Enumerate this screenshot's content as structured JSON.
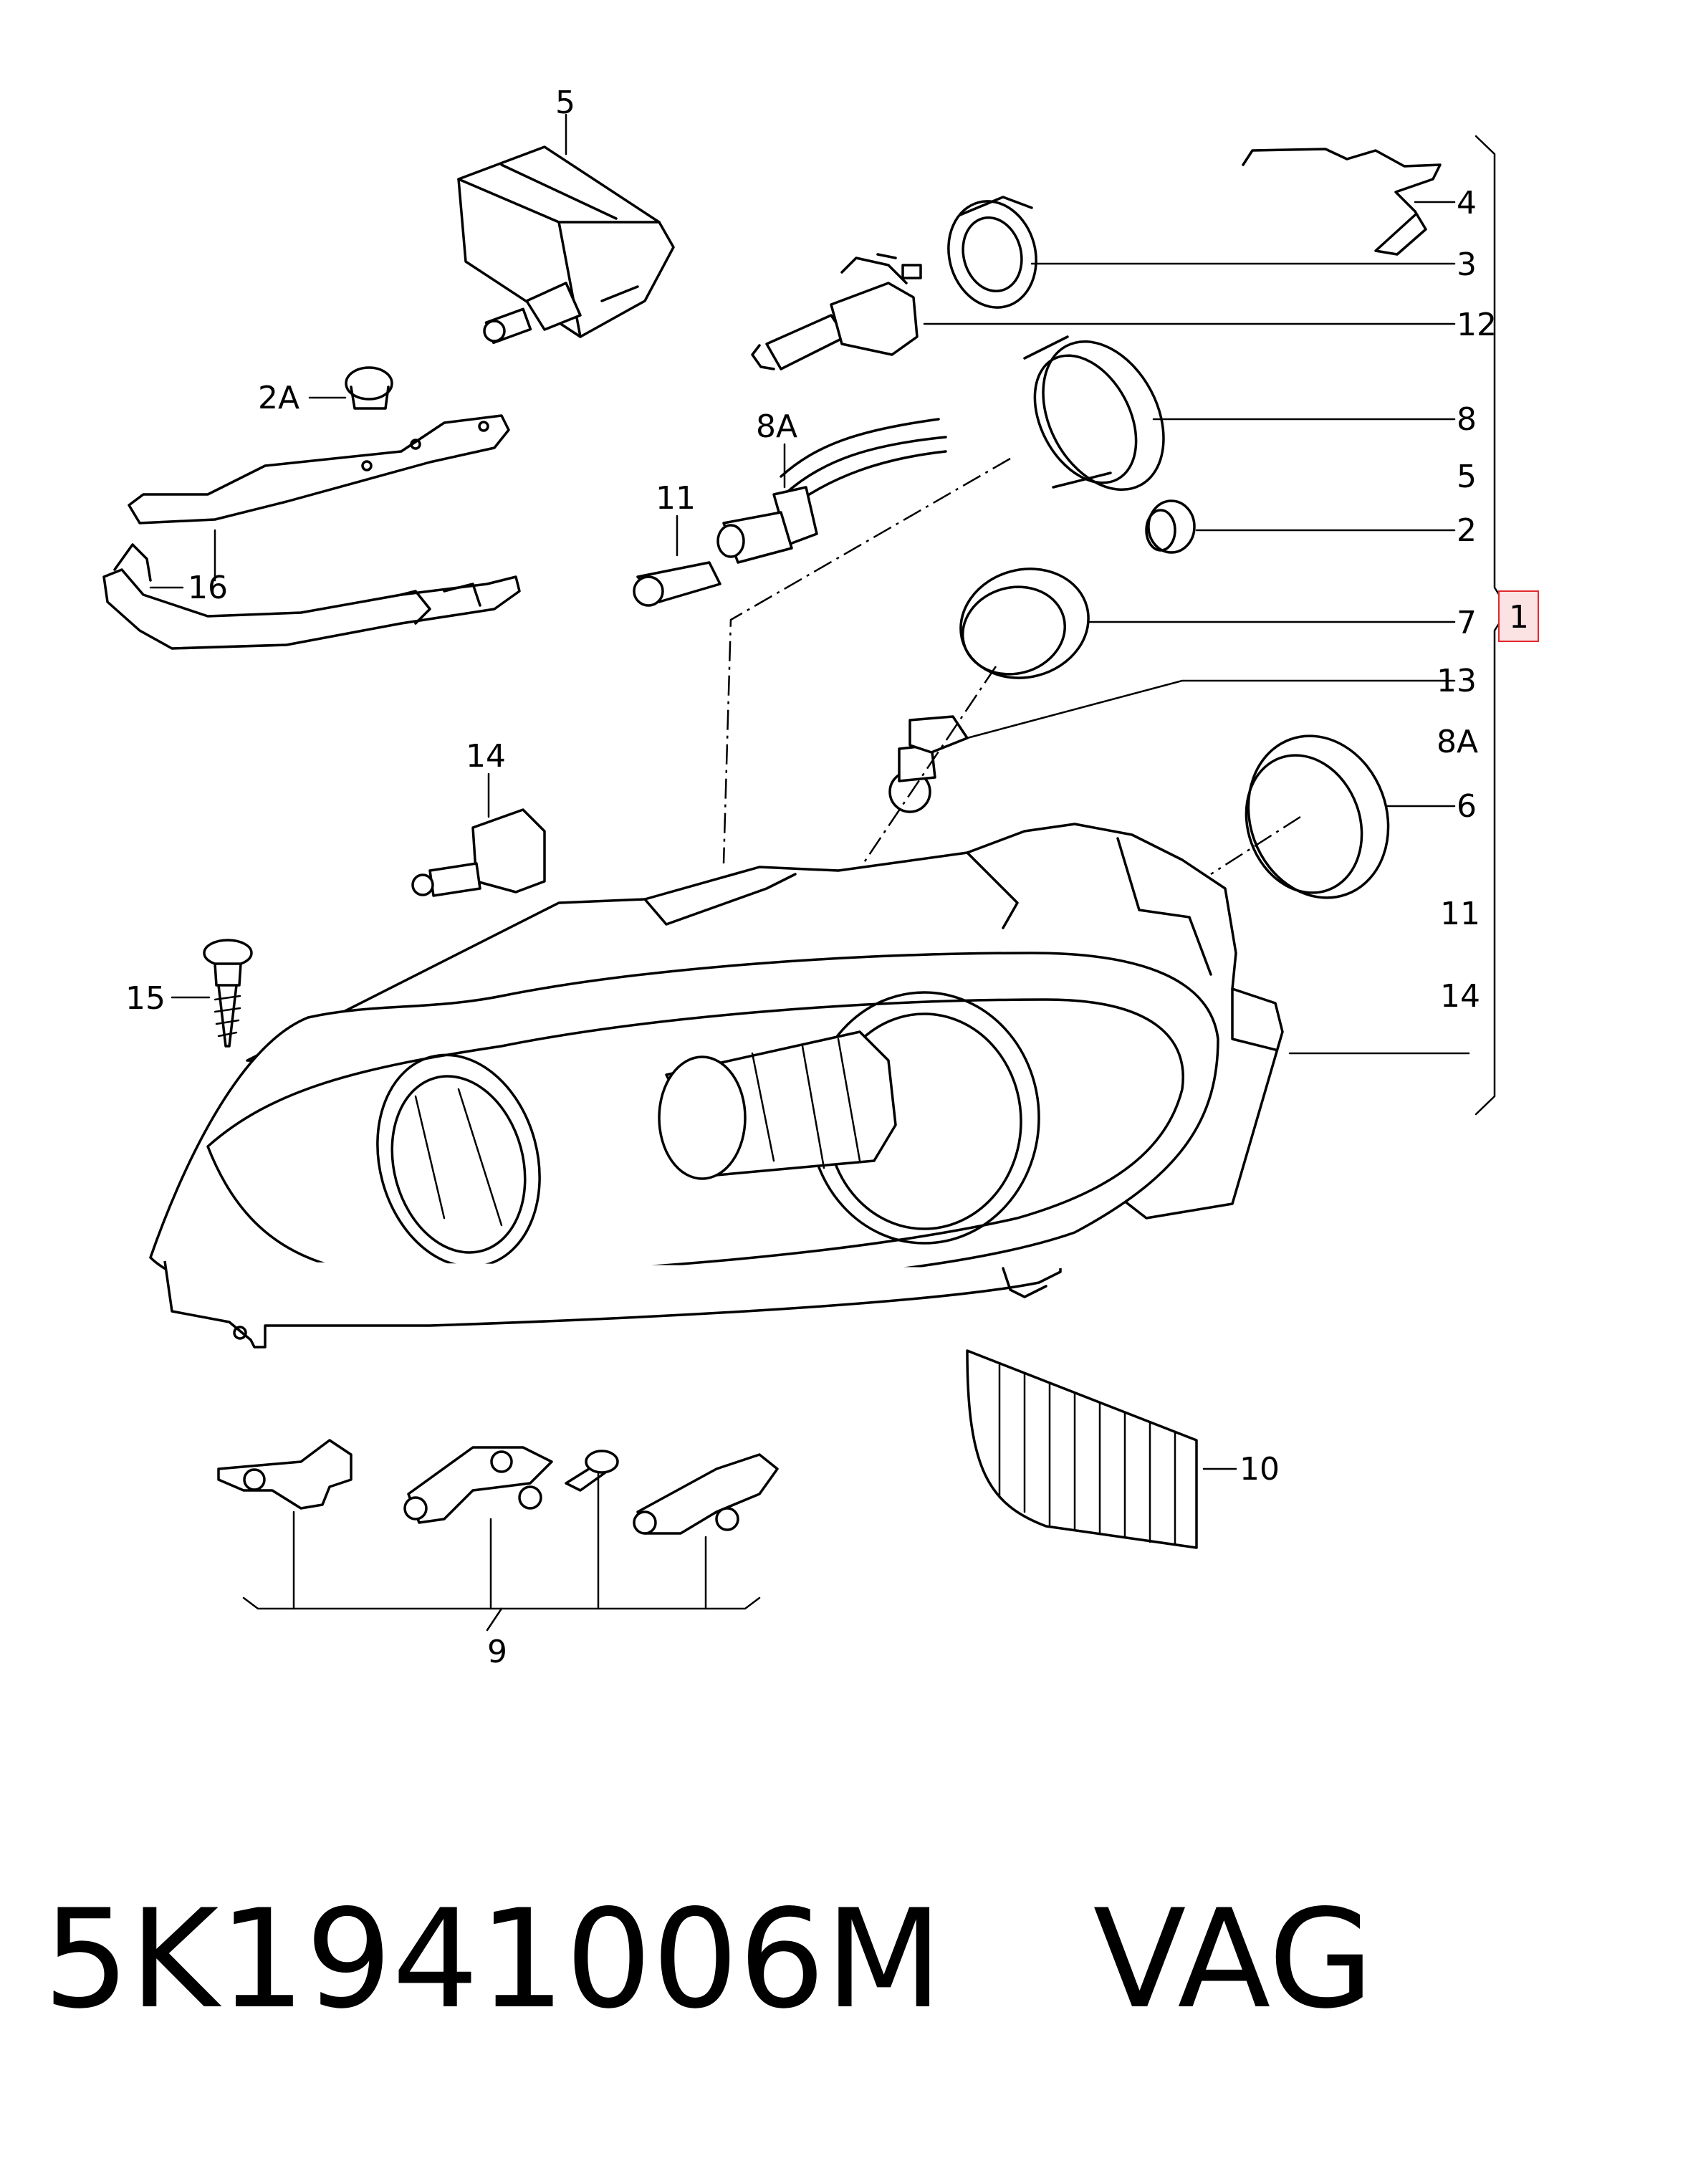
{
  "callouts": {
    "c5_top": "5",
    "c2A": "2A",
    "c16": "16",
    "c8A_left": "8A",
    "c11_left": "11",
    "c14_left": "14",
    "c15": "15",
    "c4": "4",
    "c3": "3",
    "c12": "12",
    "c8": "8",
    "c5_right": "5",
    "c2": "2",
    "c7": "7",
    "c13": "13",
    "c8A_right": "8A",
    "c6": "6",
    "c11_right": "11",
    "c14_right": "14",
    "c1": "1",
    "c10": "10",
    "c9": "9"
  },
  "highlight_color": "#e0282e",
  "footer": {
    "part_number": "5K1941006M",
    "brand": "VAG"
  }
}
